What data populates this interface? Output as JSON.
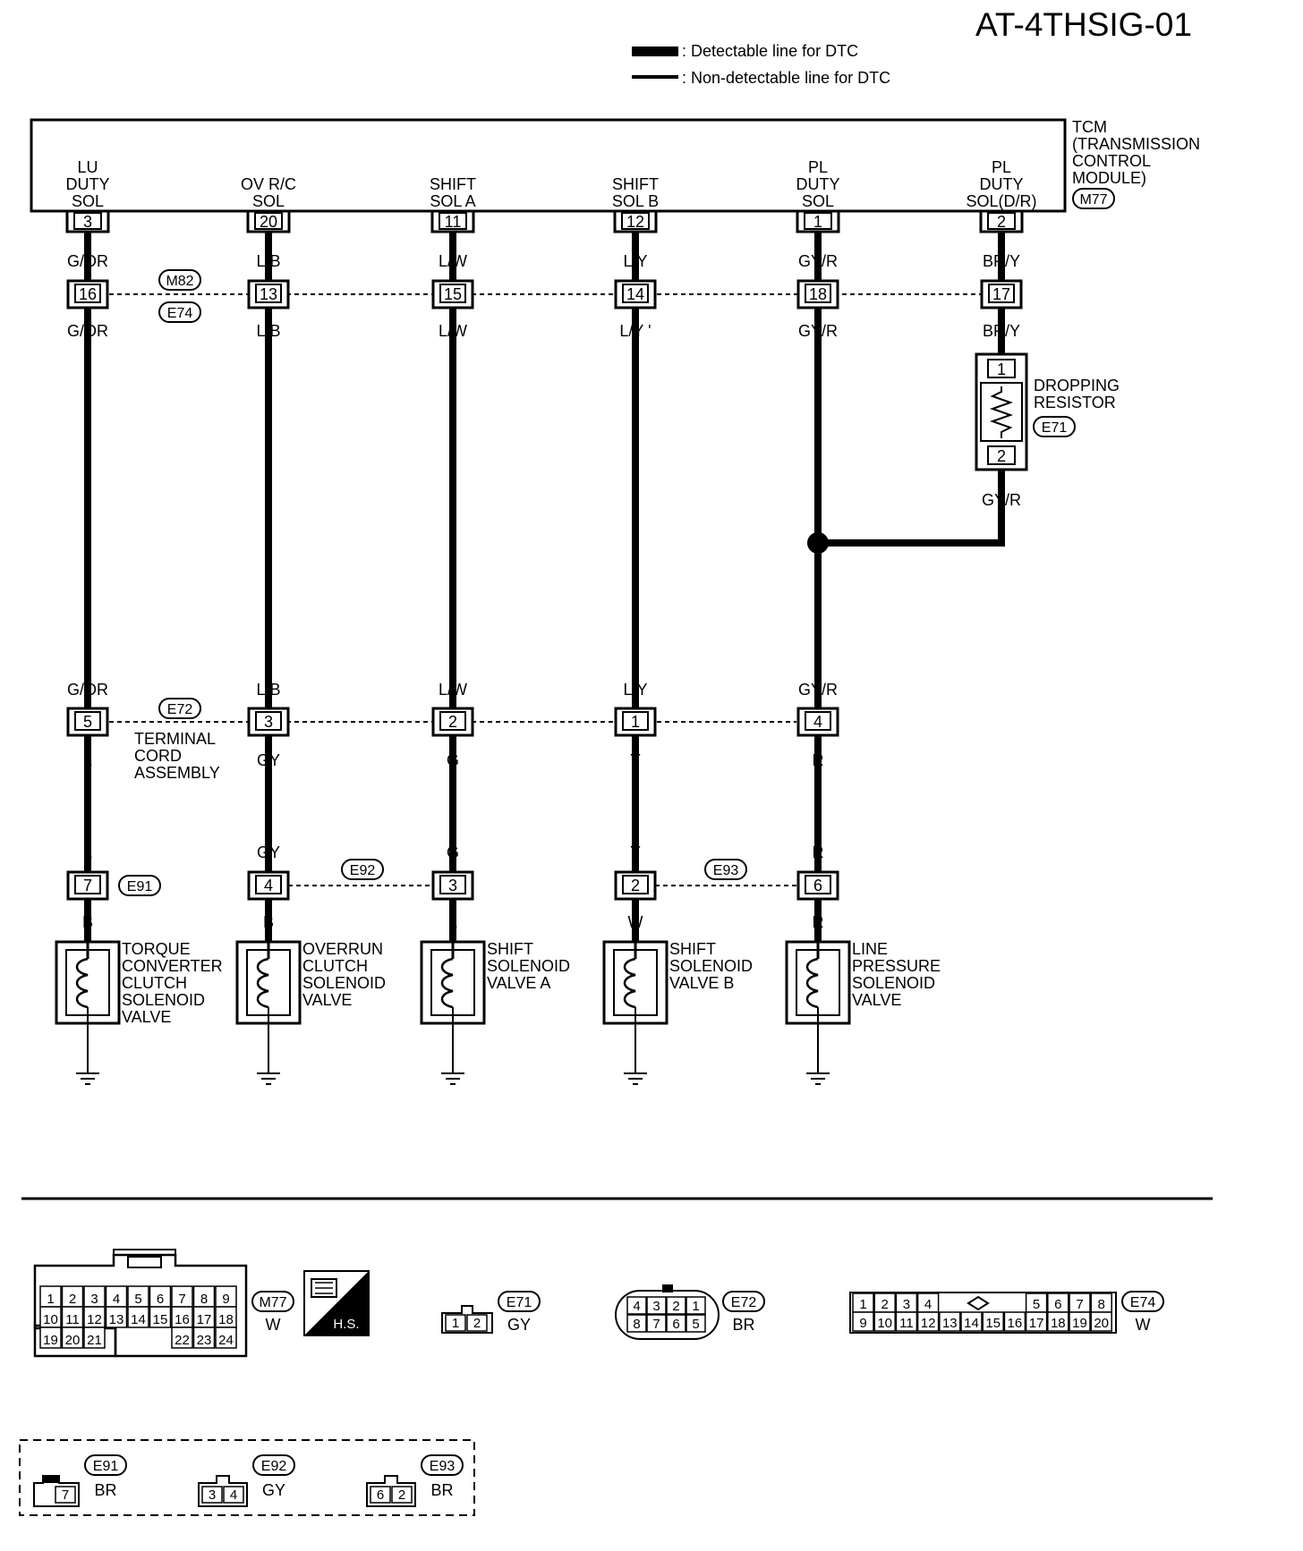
{
  "title": "AT-4THSIG-01",
  "legend": [
    {
      "style": "thick",
      "text": ": Detectable line for DTC"
    },
    {
      "style": "thin",
      "text": ": Non-detectable line for DTC"
    }
  ],
  "tcm": {
    "lines": [
      "TCM",
      "(TRANSMISSION",
      "CONTROL",
      "MODULE)"
    ],
    "connector": "M77",
    "terminals": [
      {
        "label": [
          "LU",
          "DUTY",
          "SOL"
        ],
        "pin": "3"
      },
      {
        "label": [
          "OV R/C",
          "SOL"
        ],
        "pin": "20"
      },
      {
        "label": [
          "SHIFT",
          "SOL A"
        ],
        "pin": "11"
      },
      {
        "label": [
          "SHIFT",
          "SOL B"
        ],
        "pin": "12"
      },
      {
        "label": [
          "PL",
          "DUTY",
          "SOL"
        ],
        "pin": "1"
      },
      {
        "label": [
          "PL",
          "DUTY",
          "SOL(D/R)"
        ],
        "pin": "2"
      }
    ]
  },
  "joint1": {
    "connectors": [
      "M82",
      "E74"
    ],
    "pins": [
      "16",
      "13",
      "15",
      "14",
      "18",
      "17"
    ],
    "wires_above": [
      "G/OR",
      "L/B",
      "L/W",
      "L/Y",
      "GY/R",
      "BR/Y"
    ],
    "wires_below": [
      "G/OR",
      "L/B",
      "L/W",
      "L/Y '",
      "GY/R",
      "BR/Y"
    ]
  },
  "resistor": {
    "lines": [
      "DROPPING",
      "RESISTOR"
    ],
    "connector": "E71",
    "pins": [
      "1",
      "2"
    ],
    "wire_out": "GY/R"
  },
  "joint2": {
    "connector": "E72",
    "note": [
      "TERMINAL",
      "CORD",
      "ASSEMBLY"
    ],
    "pins": [
      "5",
      "3",
      "2",
      "1",
      "4"
    ],
    "wires_above": [
      "G/OR",
      "L/B",
      "L/W",
      "L/Y",
      "GY/R"
    ],
    "wires_below": [
      "L",
      "GY",
      "G",
      "Y",
      "R"
    ]
  },
  "joint3": {
    "connectors": [
      "E91",
      "E92",
      "E93"
    ],
    "pins": [
      "7",
      "4",
      "3",
      "2",
      "6"
    ],
    "wires_above": [
      "L",
      "GY",
      "G",
      "Y",
      "R"
    ],
    "wires_below": [
      "B",
      "B",
      "L",
      "W",
      "R"
    ]
  },
  "solenoids": [
    [
      "TORQUE",
      "CONVERTER",
      "CLUTCH",
      "SOLENOID",
      "VALVE"
    ],
    [
      "OVERRUN",
      "CLUTCH",
      "SOLENOID",
      "VALVE"
    ],
    [
      "SHIFT",
      "SOLENOID",
      "VALVE A"
    ],
    [
      "SHIFT",
      "SOLENOID",
      "VALVE B"
    ],
    [
      "LINE",
      "PRESSURE",
      "SOLENOID",
      "VALVE"
    ]
  ],
  "connector_views": {
    "m77": {
      "name": "M77",
      "color": "W",
      "rows": [
        [
          "1",
          "2",
          "3",
          "4",
          "5",
          "6",
          "7",
          "8",
          "9"
        ],
        [
          "10",
          "11",
          "12",
          "13",
          "14",
          "15",
          "16",
          "17",
          "18"
        ],
        [
          "19",
          "20",
          "21",
          "22",
          "23",
          "24"
        ]
      ],
      "hs": "H.S."
    },
    "e71": {
      "name": "E71",
      "color": "GY",
      "pins": [
        "1",
        "2"
      ]
    },
    "e72": {
      "name": "E72",
      "color": "BR",
      "rows": [
        [
          "4",
          "3",
          "2",
          "1"
        ],
        [
          "8",
          "7",
          "6",
          "5"
        ]
      ]
    },
    "e74": {
      "name": "E74",
      "color": "W",
      "rows": [
        [
          "1",
          "2",
          "3",
          "4",
          "5",
          "6",
          "7",
          "8"
        ],
        [
          "9",
          "10",
          "11",
          "12",
          "13",
          "14",
          "15",
          "16",
          "17",
          "18",
          "19",
          "20"
        ]
      ]
    },
    "e91": {
      "name": "E91",
      "color": "BR",
      "pins": [
        "7"
      ]
    },
    "e92": {
      "name": "E92",
      "color": "GY",
      "pins": [
        "3",
        "4"
      ]
    },
    "e93": {
      "name": "E93",
      "color": "BR",
      "pins": [
        "6",
        "2"
      ]
    }
  }
}
